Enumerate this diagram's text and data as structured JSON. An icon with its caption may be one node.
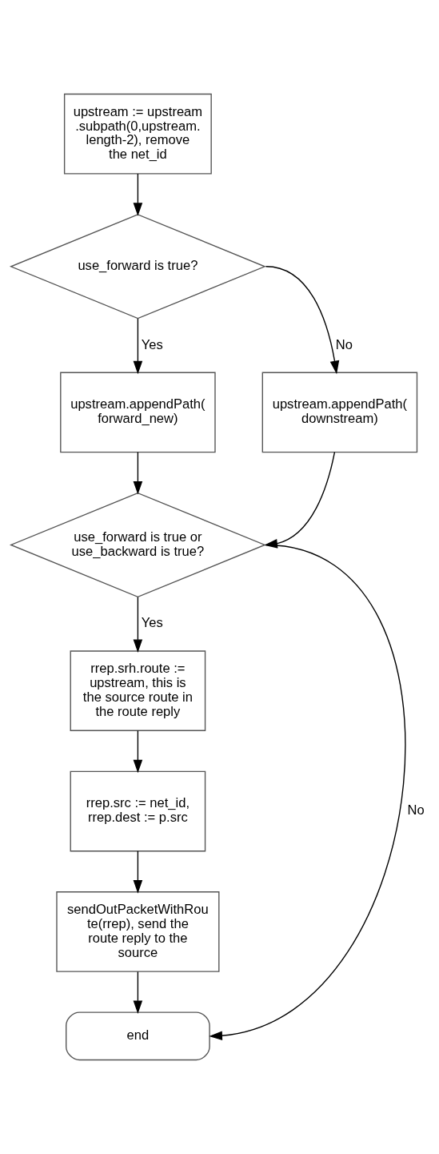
{
  "diagram": {
    "nodes": [
      {
        "text": [
          "upstream := upstream.subpath(0,upstream.length-2), remove the net_id"
        ]
      },
      {
        "text": [
          "use_forward is true?"
        ]
      },
      {
        "text": [
          "upstream.appendPath(forward_new)"
        ]
      },
      {
        "text": [
          "upstream.appendPath(downstream)"
        ]
      },
      {
        "text": [
          "use_forward is true or use_backward is true?"
        ]
      },
      {
        "text": [
          "rrep.srh.route := upstream, this is the source route in the route reply"
        ]
      },
      {
        "text": [
          "rrep.src := net_id, rrep.dest := p.src"
        ]
      },
      {
        "text": [
          "sendOutPacketWithRoute(rrep), send the route reply to the source"
        ]
      },
      {
        "text": [
          "end"
        ]
      }
    ],
    "edges": [
      {
        "from": 0,
        "to": 1,
        "arrow": "to"
      },
      {
        "from": 1,
        "to": 2,
        "arrow": "to",
        "label": "Yes"
      },
      {
        "from": 1,
        "to": 3,
        "arrow": "to",
        "label": "No"
      },
      {
        "from": 2,
        "to": 4,
        "arrow": "to"
      },
      {
        "from": 3,
        "to": 4,
        "arrow": "to"
      },
      {
        "from": 4,
        "to": 5,
        "arrow": "to",
        "label": "Yes"
      },
      {
        "from": 4,
        "to": 8,
        "arrow": "to",
        "label": "No"
      },
      {
        "from": 5,
        "to": 6,
        "arrow": "to"
      },
      {
        "from": 6,
        "to": 7,
        "arrow": "to"
      },
      {
        "from": 7,
        "to": 8,
        "arrow": "to"
      }
    ]
  }
}
